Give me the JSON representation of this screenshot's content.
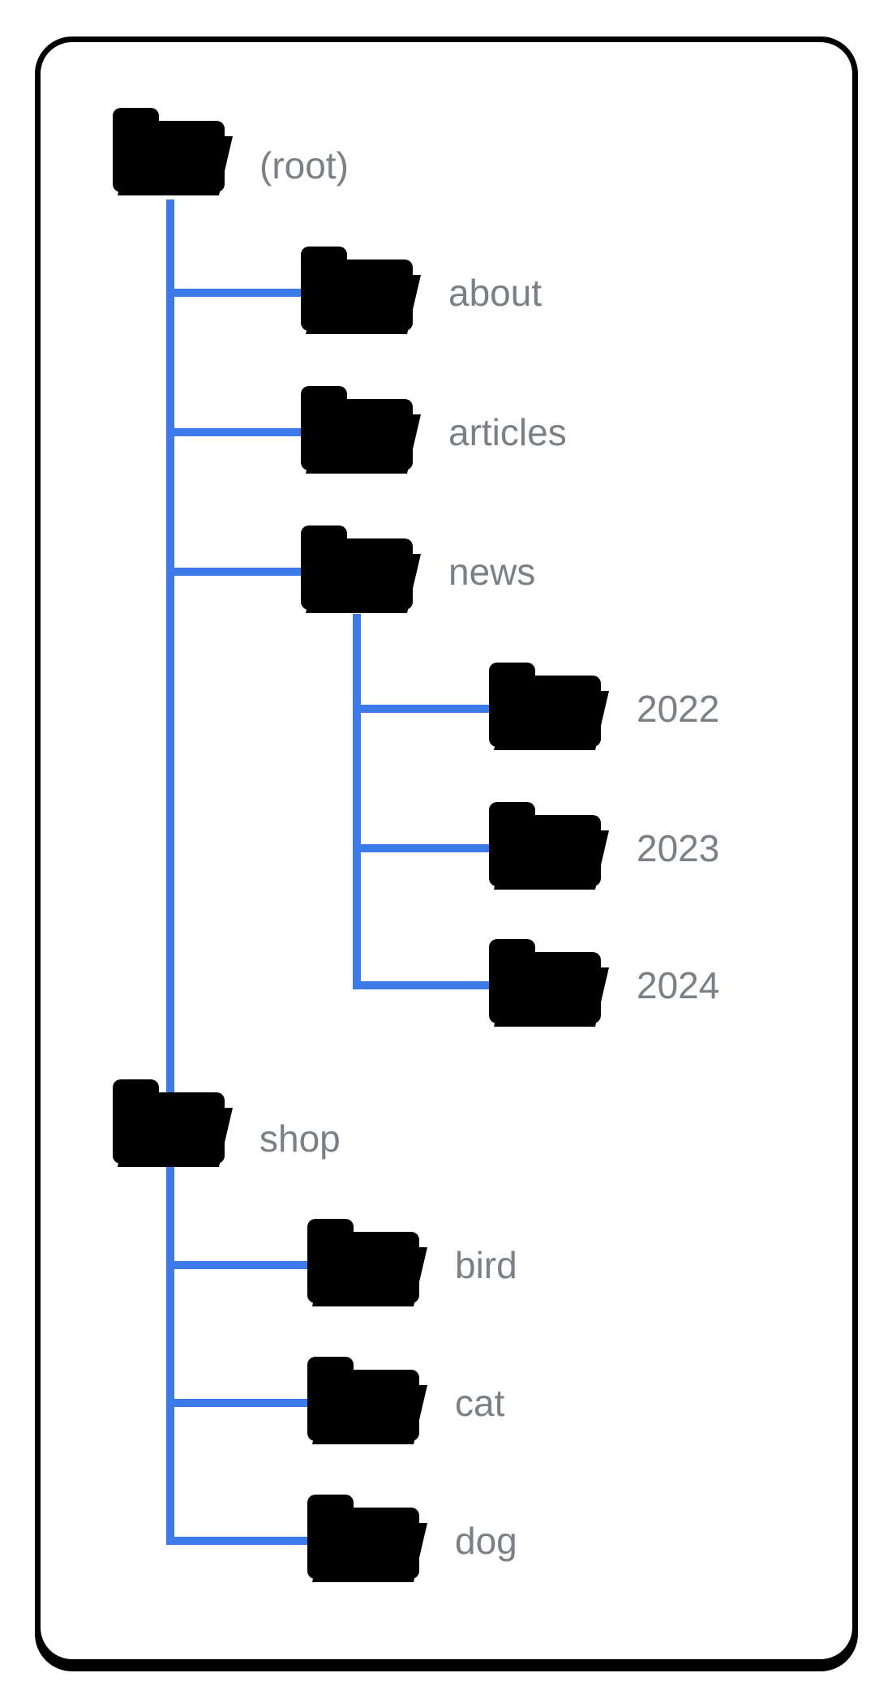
{
  "diagram": {
    "kind": "folder-tree",
    "nodes": [
      {
        "label": "(root)",
        "parent": null
      },
      {
        "label": "about",
        "parent": "(root)"
      },
      {
        "label": "articles",
        "parent": "(root)"
      },
      {
        "label": "news",
        "parent": "(root)"
      },
      {
        "label": "2022",
        "parent": "news"
      },
      {
        "label": "2023",
        "parent": "news"
      },
      {
        "label": "2024",
        "parent": "news"
      },
      {
        "label": "shop",
        "parent": "(root)"
      },
      {
        "label": "bird",
        "parent": "shop"
      },
      {
        "label": "cat",
        "parent": "shop"
      },
      {
        "label": "dog",
        "parent": "shop"
      }
    ]
  },
  "colors": {
    "folder_front": "#aec9f9",
    "folder_flap": "#dde9fe",
    "folder_tab": "#d2e1fc",
    "connector": "#3b7ae8",
    "label_text": "#7a8085",
    "card_border": "#000000",
    "background": "#ffffff"
  }
}
